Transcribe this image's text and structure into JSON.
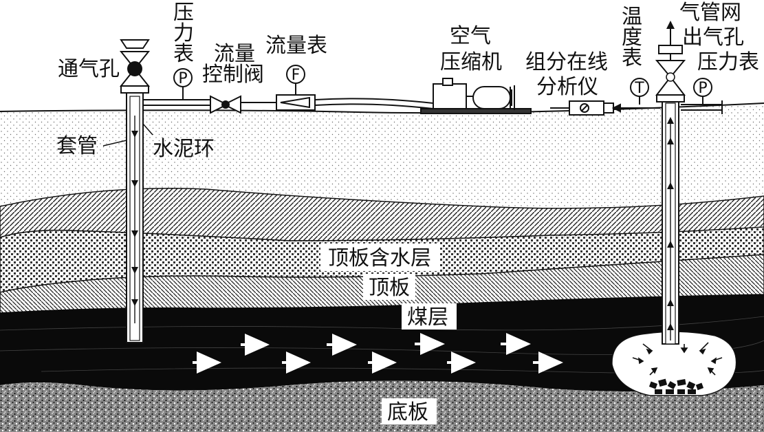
{
  "labels": {
    "vent_hole": "通气孔",
    "pressure_gauge_left": [
      "压",
      "力",
      "表"
    ],
    "flow_control_valve": [
      "流量",
      "控制阀"
    ],
    "flow_meter": "流量表",
    "air_compressor": [
      "空气",
      "压缩机"
    ],
    "online_analyzer": [
      "组分在线",
      "分析仪"
    ],
    "thermometer": [
      "温",
      "度",
      "表"
    ],
    "gas_outlet": [
      "气管网",
      "出气孔"
    ],
    "pressure_gauge_right": "压力表",
    "casing": "套管",
    "cement_ring": "水泥环",
    "roof_aquifer": "顶板含水层",
    "roof": "顶板",
    "coal_seam": "煤层",
    "floor": "底板"
  },
  "gauge_symbols": {
    "pressure_left": "P",
    "flow": "F",
    "temperature": "T",
    "pressure_right": "P"
  }
}
